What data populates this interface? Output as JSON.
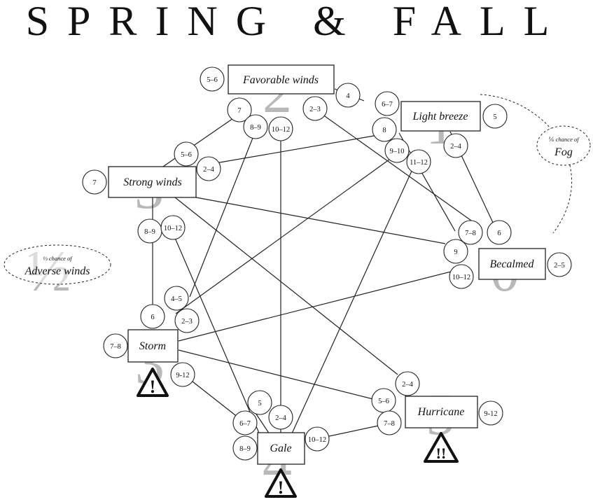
{
  "title": "SPRING & FALL",
  "states": [
    {
      "id": "favorable",
      "label": "Favorable winds",
      "number": "2"
    },
    {
      "id": "light",
      "label": "Light breeze",
      "number": "1"
    },
    {
      "id": "strong",
      "label": "Strong winds",
      "number": "3"
    },
    {
      "id": "becalmed",
      "label": "Becalmed",
      "number": "0"
    },
    {
      "id": "storm",
      "label": "Storm",
      "number": "3"
    },
    {
      "id": "hurricane",
      "label": "Hurricane",
      "number": "5"
    },
    {
      "id": "gale",
      "label": "Gale",
      "number": "4"
    }
  ],
  "rolls": {
    "fav_self": "5–6",
    "fav_4": "4",
    "fav_7": "7",
    "fav_89": "8–9",
    "fav_1012": "10–12",
    "fav_23": "2–3",
    "light_67": "6–7",
    "light_8": "8",
    "light_910": "9–10",
    "light_1112": "11–12",
    "light_24": "2–4",
    "light_self": "5",
    "strong_self": "7",
    "strong_56": "5–6",
    "strong_24": "2–4",
    "strong_89": "8–9",
    "strong_1012": "10–12",
    "bec_78": "7–8",
    "bec_6": "6",
    "bec_9": "9",
    "bec_1012": "10–12",
    "bec_self": "2–5",
    "storm_6": "6",
    "storm_45": "4–5",
    "storm_23": "2–3",
    "storm_self": "7–8",
    "storm_912": "9-12",
    "gale_5": "5",
    "gale_67": "6–7",
    "gale_24": "2–4",
    "gale_89": "8–9",
    "gale_1012": "10–12",
    "hur_24": "2–4",
    "hur_56": "5–6",
    "hur_78": "7–8",
    "hur_self": "9-12"
  },
  "fog": {
    "chance": "⅙ chance of",
    "label": "Fog"
  },
  "adverse": {
    "chance": "⅓ chance of",
    "label": "Adverse winds",
    "half": "½"
  },
  "warnings": {
    "storm": "!",
    "gale": "!",
    "hurricane": "!!"
  }
}
